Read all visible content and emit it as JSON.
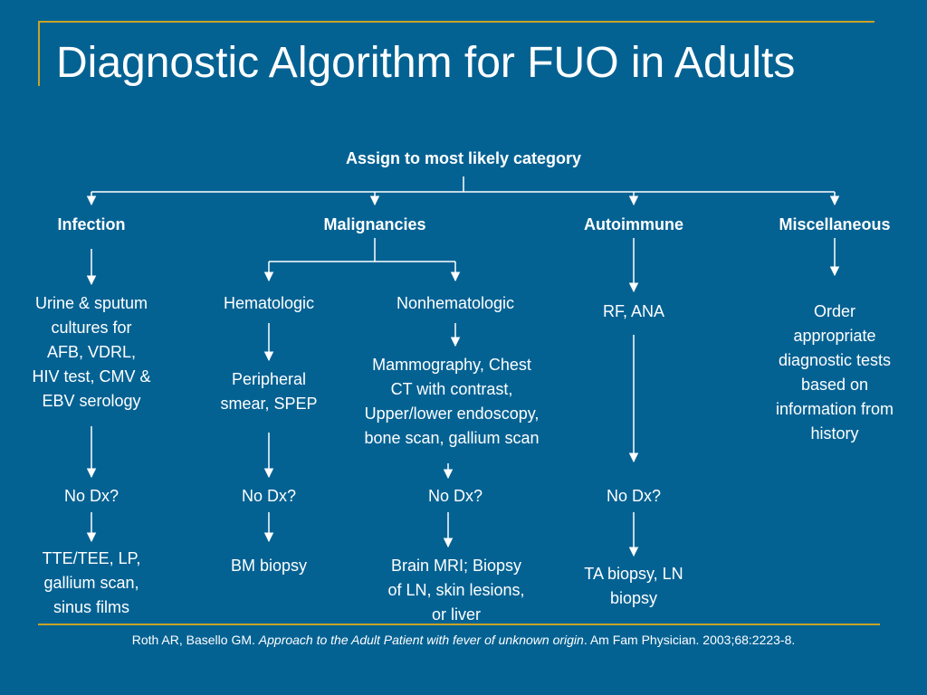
{
  "slide": {
    "title": "Diagnostic Algorithm for FUO in Adults",
    "root": "Assign to most likely category",
    "categories": {
      "infection": "Infection",
      "malignancies": "Malignancies",
      "autoimmune": "Autoimmune",
      "miscellaneous": "Miscellaneous"
    },
    "infection": {
      "tests": [
        "Urine & sputum",
        "cultures for",
        "AFB, VDRL,",
        "HIV test, CMV &",
        "EBV serology"
      ],
      "no_dx": "No Dx?",
      "next": [
        "TTE/TEE, LP,",
        "gallium scan,",
        "sinus films"
      ]
    },
    "hematologic": {
      "label": "Hematologic",
      "tests": [
        "Peripheral",
        "smear, SPEP"
      ],
      "no_dx": "No Dx?",
      "next": [
        "BM biopsy"
      ]
    },
    "nonhematologic": {
      "label": "Nonhematologic",
      "tests": [
        "Mammography, Chest",
        "CT with contrast,",
        "Upper/lower endoscopy,",
        "bone scan, gallium scan"
      ],
      "no_dx": "No Dx?",
      "next": [
        "Brain MRI; Biopsy",
        "of LN, skin lesions,",
        "or liver"
      ]
    },
    "autoimmune": {
      "tests": [
        "RF, ANA"
      ],
      "no_dx": "No Dx?",
      "next": [
        "TA biopsy, LN",
        "biopsy"
      ]
    },
    "miscellaneous": {
      "tests": [
        "Order",
        "appropriate",
        "diagnostic tests",
        "based on",
        "information from",
        "history"
      ]
    }
  },
  "citation": {
    "authors": "Roth AR, Basello GM. ",
    "article_title": "Approach to the Adult Patient with fever of unknown origin",
    "journal": ". Am Fam Physician. 2003;68:2223-8."
  },
  "colors": {
    "background": "#046293",
    "accent": "#c9a227",
    "text": "#ffffff"
  }
}
